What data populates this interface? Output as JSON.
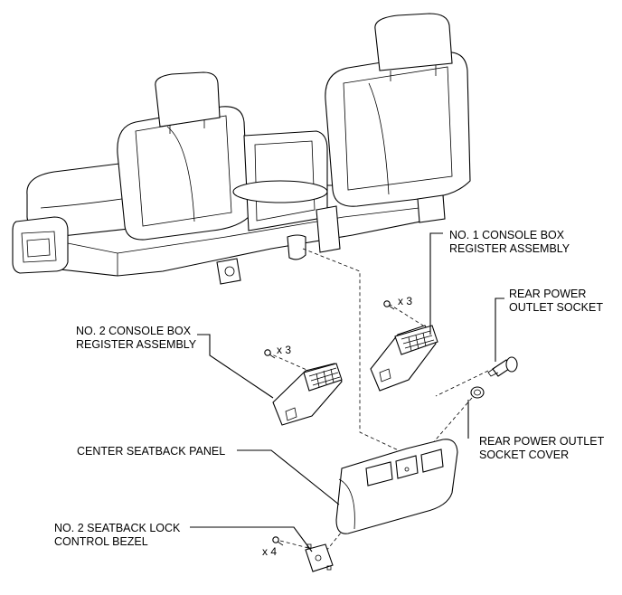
{
  "labels": {
    "no1_console_box_register_line1": "NO. 1 CONSOLE BOX",
    "no1_console_box_register_line2": "REGISTER ASSEMBLY",
    "rear_power_outlet_socket_line1": "REAR POWER",
    "rear_power_outlet_socket_line2": "OUTLET SOCKET",
    "no2_console_box_register_line1": "NO. 2 CONSOLE BOX",
    "no2_console_box_register_line2": "REGISTER ASSEMBLY",
    "rear_power_outlet_cover_line1": "REAR POWER OUTLET",
    "rear_power_outlet_cover_line2": "SOCKET COVER",
    "center_seatback_panel": "CENTER SEATBACK PANEL",
    "no2_seatback_lock_bezel_line1": "NO. 2 SEATBACK LOCK",
    "no2_seatback_lock_bezel_line2": "CONTROL BEZEL"
  },
  "quantities": {
    "no1_register_screws": "x 3",
    "no2_register_screws": "x 3",
    "bezel_screws": "x 4"
  }
}
